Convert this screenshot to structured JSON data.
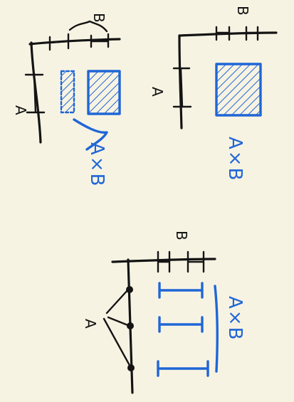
{
  "diagrams": {
    "top_left": {
      "label_a": "A",
      "label_b": "B",
      "label_result": "A×B"
    },
    "top_right": {
      "label_a": "A",
      "label_b": "B",
      "label_result": "A×B"
    },
    "bottom": {
      "label_a": "A",
      "label_b": "B",
      "label_result": "A×B"
    }
  },
  "colors": {
    "background": "#f7f3e3",
    "ink": "#141414",
    "highlight": "#1f66d6"
  }
}
